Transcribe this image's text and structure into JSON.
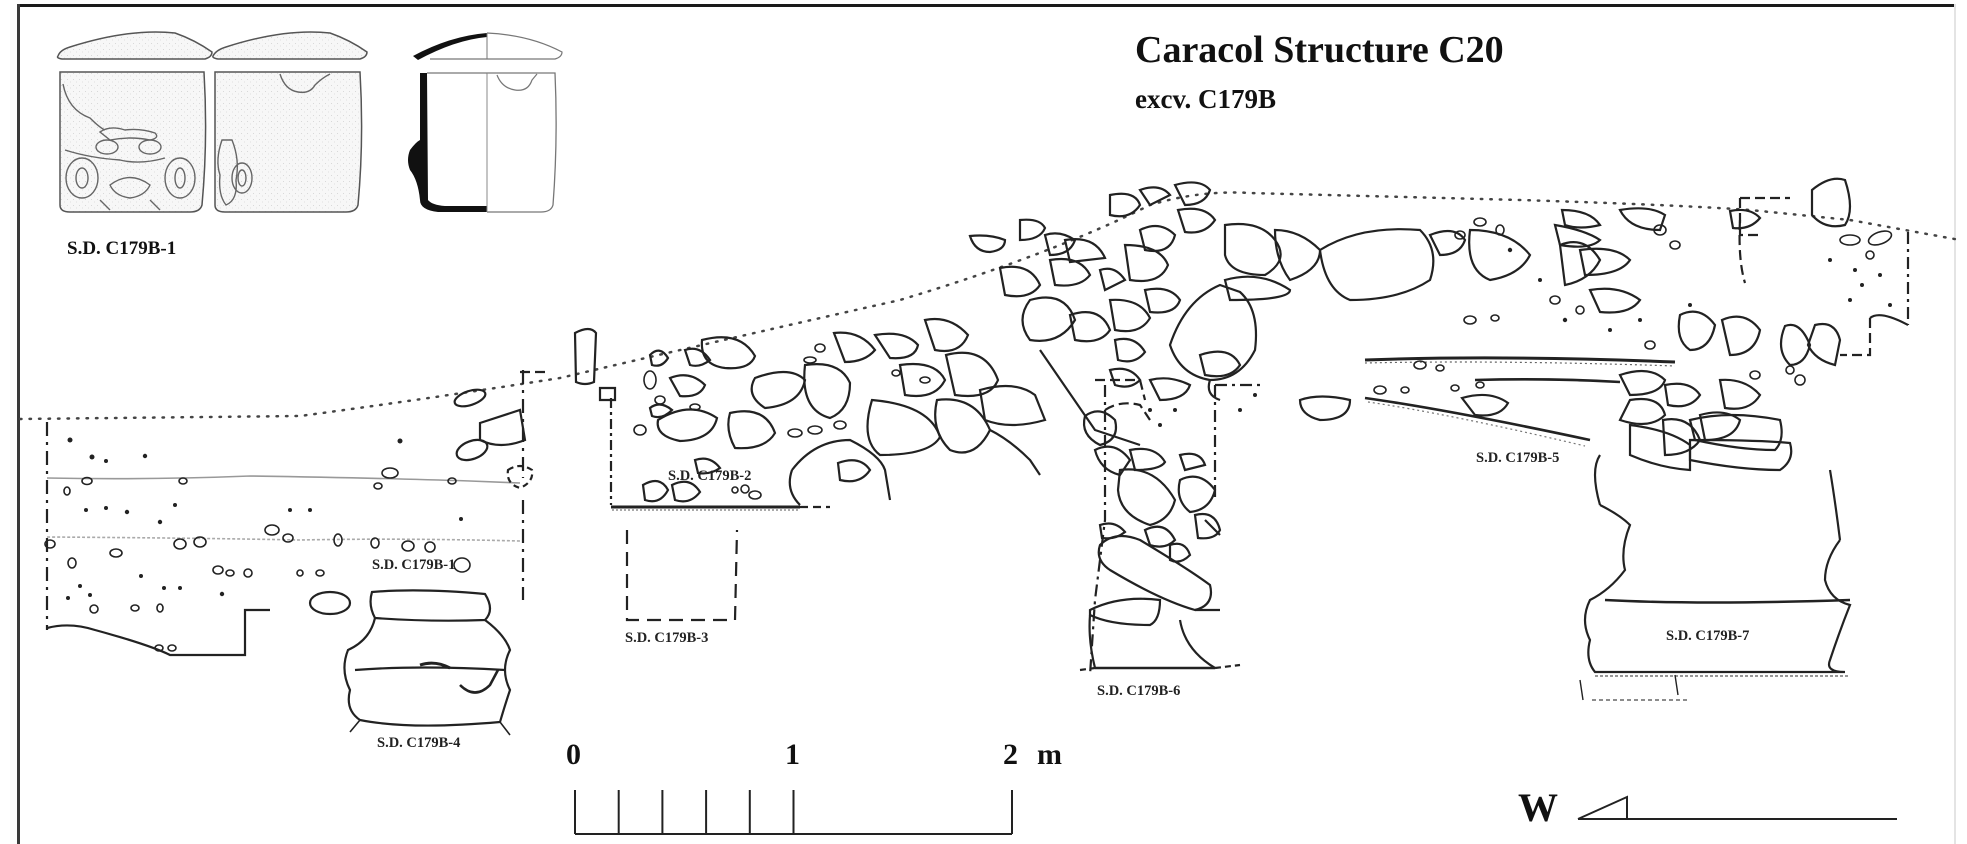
{
  "figure": {
    "title": "Caracol Structure C20",
    "subtitle": "excv. C179B",
    "vessel_caption": "S.D. C179B-1",
    "section_labels": {
      "sd1": "S.D. C179B-1",
      "sd2": "S.D. C179B-2",
      "sd3": "S.D. C179B-3",
      "sd4": "S.D. C179B-4",
      "sd5": "S.D. C179B-5",
      "sd6": "S.D. C179B-6",
      "sd7": "S.D. C179B-7"
    },
    "scale_bar": {
      "labels": [
        "0",
        "1",
        "2"
      ],
      "unit": "m",
      "max_meters": 2,
      "minor_divisions_first_meter": 5
    },
    "orientation": {
      "label": "W",
      "icon": "direction-arrow-icon"
    },
    "vessel_views": [
      "exterior-view-1",
      "exterior-view-2",
      "profile-section-view"
    ]
  }
}
